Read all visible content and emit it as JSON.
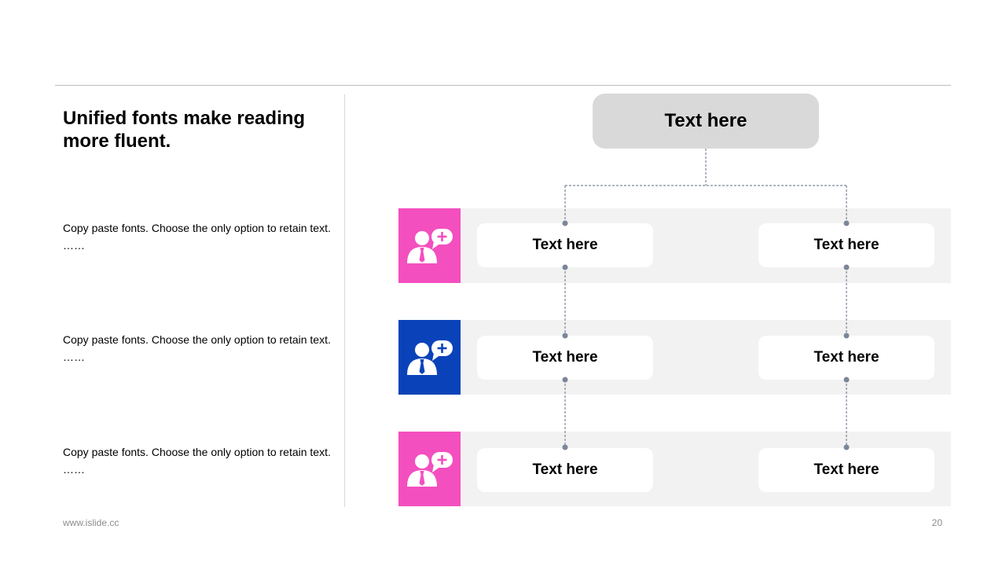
{
  "headline": "Unified fonts make reading more fluent.",
  "descriptions": [
    {
      "text": "Copy paste fonts. Choose the only option to retain text.",
      "ellipsis": "……"
    },
    {
      "text": "Copy paste fonts. Choose the only option to retain text.",
      "ellipsis": "……"
    },
    {
      "text": "Copy paste fonts. Choose the only option to retain text.",
      "ellipsis": "……"
    }
  ],
  "diagram": {
    "root": "Text here",
    "rows": [
      {
        "icon": "user-chat-icon",
        "color": "#f34fbf",
        "left": "Text here",
        "right": "Text here"
      },
      {
        "icon": "user-chat-icon",
        "color": "#0a43b9",
        "left": "Text here",
        "right": "Text here"
      },
      {
        "icon": "user-chat-icon",
        "color": "#f34fbf",
        "left": "Text here",
        "right": "Text here"
      }
    ]
  },
  "colors": {
    "connector": "#7b8699",
    "band": "#f2f2f2",
    "root_box": "#d9d9d9"
  },
  "footer": {
    "url": "www.islide.cc",
    "page": "20"
  }
}
